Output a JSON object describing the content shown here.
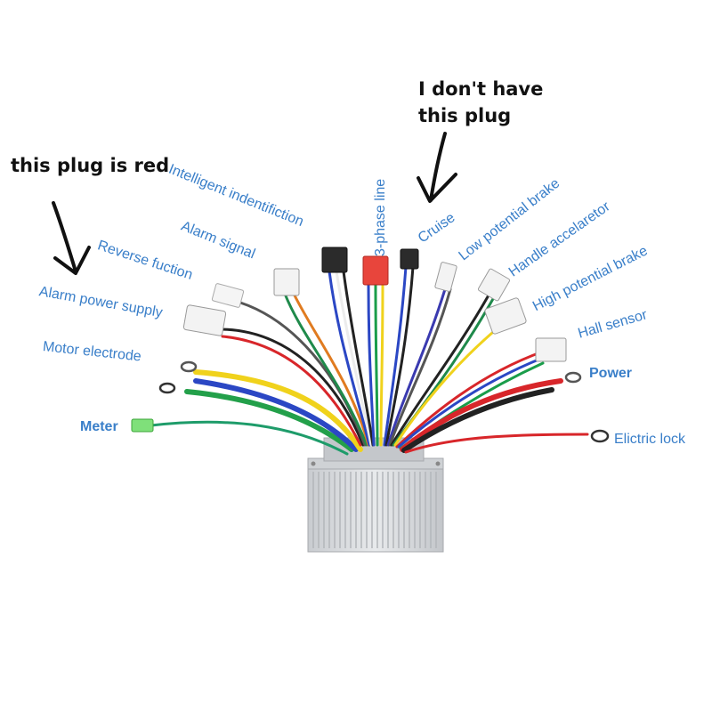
{
  "colors": {
    "label": "#3a7fc9",
    "annotation": "#111111",
    "controller_body": "#d9dcdf",
    "controller_fin": "#b9bcc0"
  },
  "annotations": {
    "red_plug_note": "this plug is red",
    "missing_plug_note_line1": "I don't have",
    "missing_plug_note_line2": "this plug"
  },
  "labels": {
    "intelligent_identification": "Intelligent indentifiction",
    "alarm_signal": "Alarm signal",
    "reverse_function": "Reverse fuction",
    "alarm_power_supply": "Alarm power supply",
    "motor_electrode": "Motor electrode",
    "meter": "Meter",
    "three_phase_line": "3-phase line",
    "cruise": "Cruise",
    "low_potential_brake": "Low potential brake",
    "handle_accelerator": "Handle accelaretor",
    "high_potential_brake": "High potential brake",
    "hall_sensor": "Hall sensor",
    "power": "Power",
    "electric_lock": "Elictric lock"
  }
}
